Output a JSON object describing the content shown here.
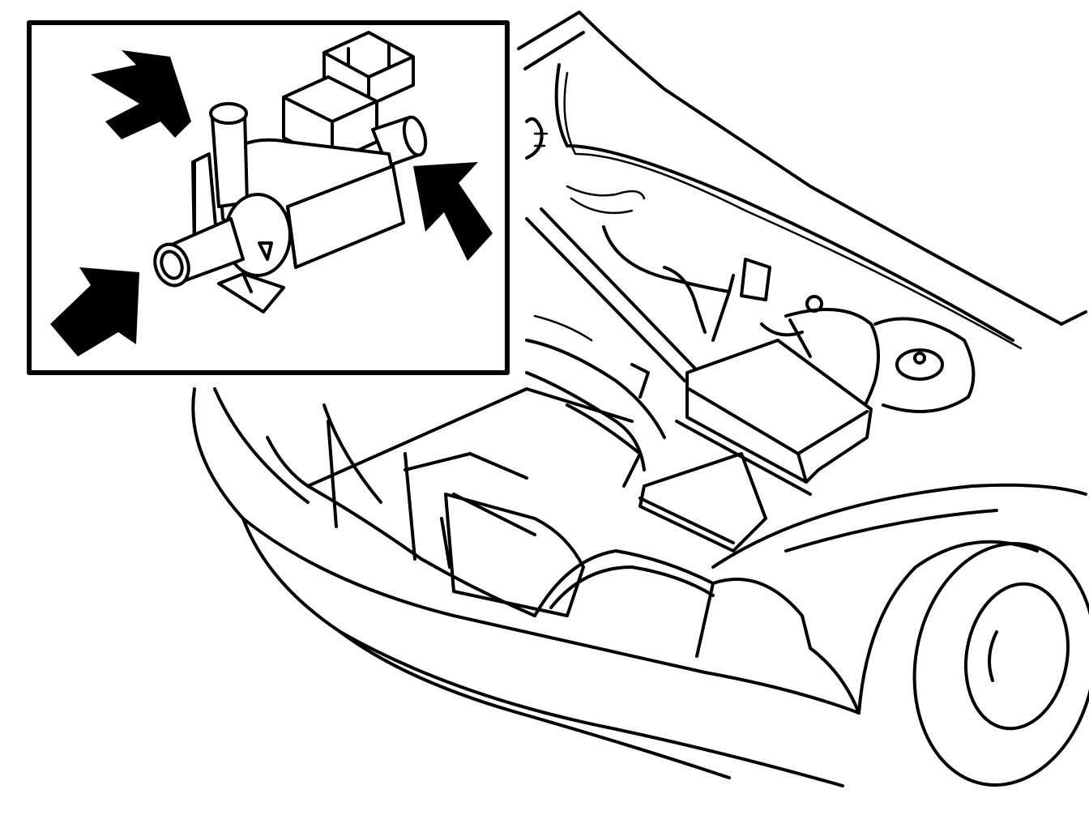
{
  "colors": {
    "ink": "#000000",
    "paper": "#ffffff"
  },
  "inset": {
    "component": "valve-with-connector",
    "arrow_count": 3
  },
  "scene": {
    "subject": "car-front-with-open-hood"
  }
}
